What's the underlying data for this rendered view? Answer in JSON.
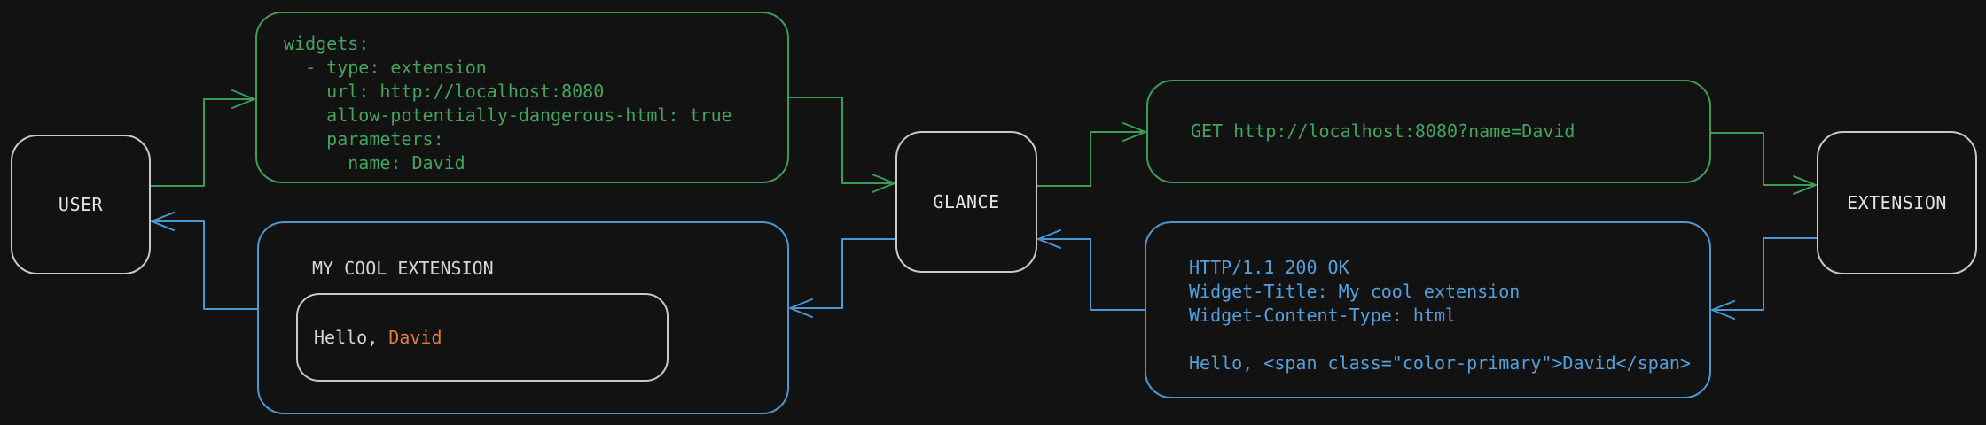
{
  "colors": {
    "background": "#121212",
    "flow_green": "#3c9b55",
    "code_green": "#42a55d",
    "flow_blue": "#4a97d2",
    "code_blue": "#52a0dc",
    "accent_orange": "#e07a3c",
    "node_border": "#c9c9c9",
    "node_text": "#e4e4e4",
    "title_text": "#d6d6d6"
  },
  "nodes": {
    "user": {
      "label": "USER"
    },
    "glance": {
      "label": "GLANCE"
    },
    "extension": {
      "label": "EXTENSION"
    }
  },
  "config_box": {
    "lines": [
      "widgets:",
      "  - type: extension",
      "    url: http://localhost:8080",
      "    allow-potentially-dangerous-html: true",
      "    parameters:",
      "      name: David"
    ]
  },
  "request_box": {
    "text": "GET http://localhost:8080?name=David"
  },
  "response_box": {
    "lines": [
      "HTTP/1.1 200 OK",
      "Widget-Title: My cool extension",
      "Widget-Content-Type: html",
      "",
      "Hello, <span class=\"color-primary\">David</span>"
    ]
  },
  "widget_preview": {
    "title": "MY COOL EXTENSION",
    "greeting_prefix": "Hello, ",
    "greeting_name": "David"
  },
  "connectors": [
    {
      "id": "user-to-config",
      "color": "green",
      "from": "USER",
      "to": "config"
    },
    {
      "id": "config-to-glance",
      "color": "green",
      "from": "config",
      "to": "GLANCE"
    },
    {
      "id": "glance-to-request",
      "color": "green",
      "from": "GLANCE",
      "to": "request"
    },
    {
      "id": "request-to-extension",
      "color": "green",
      "from": "request",
      "to": "EXTENSION"
    },
    {
      "id": "extension-to-response",
      "color": "blue",
      "from": "EXTENSION",
      "to": "response"
    },
    {
      "id": "response-to-glance",
      "color": "blue",
      "from": "response",
      "to": "GLANCE"
    },
    {
      "id": "glance-to-widget",
      "color": "blue",
      "from": "GLANCE",
      "to": "widget"
    },
    {
      "id": "widget-to-user",
      "color": "blue",
      "from": "widget",
      "to": "USER"
    }
  ]
}
